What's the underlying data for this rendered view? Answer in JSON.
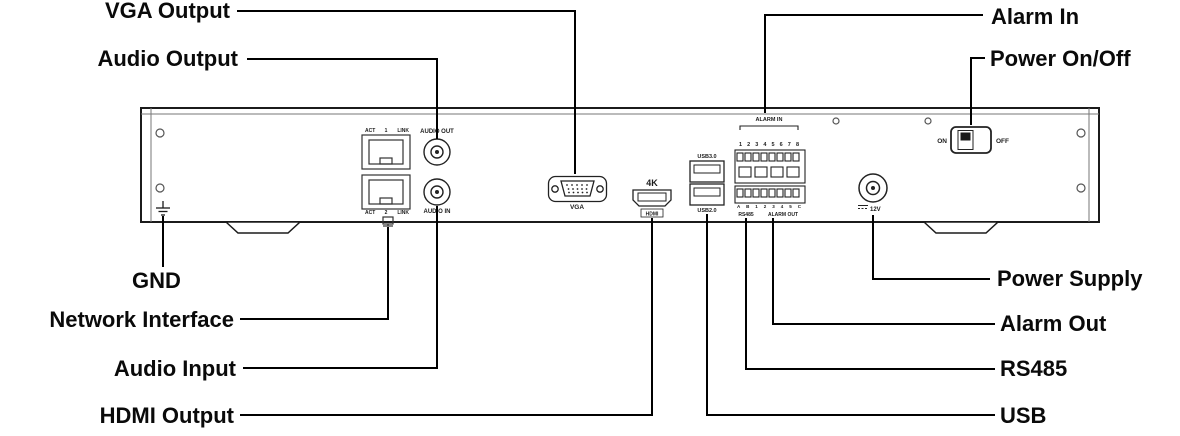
{
  "diagram": {
    "callouts": {
      "vga_output": "VGA Output",
      "audio_output": "Audio Output",
      "alarm_in": "Alarm In",
      "power_onoff": "Power On/Off",
      "gnd": "GND",
      "network_interface": "Network Interface",
      "audio_input": "Audio Input",
      "hdmi_output": "HDMI Output",
      "power_supply": "Power Supply",
      "alarm_out": "Alarm Out",
      "rs485": "RS485",
      "usb": "USB"
    },
    "panel": {
      "eth": {
        "act": "ACT",
        "link": "LINK",
        "n1": "1",
        "n2": "2"
      },
      "audio_out": "AUDIO OUT",
      "audio_in": "AUDIO IN",
      "vga": "VGA",
      "four_k": "4K",
      "hdmi": "HDMI",
      "usb3": "USB3.0",
      "usb2": "USB2.0",
      "alarm_header": "ALARM IN",
      "alarm_pins": "1 2 3 4 5 6 7 8",
      "io_pins": "A B 1 2 3 4 5 C",
      "rs485": "RS485",
      "alarm_out": "ALARM OUT",
      "power_12v": "12V",
      "on": "ON",
      "off": "OFF"
    },
    "colors": {
      "leader_line": "#000000",
      "panel_stroke": "#1b1b1b",
      "label_text": "#0a0a0a"
    }
  }
}
